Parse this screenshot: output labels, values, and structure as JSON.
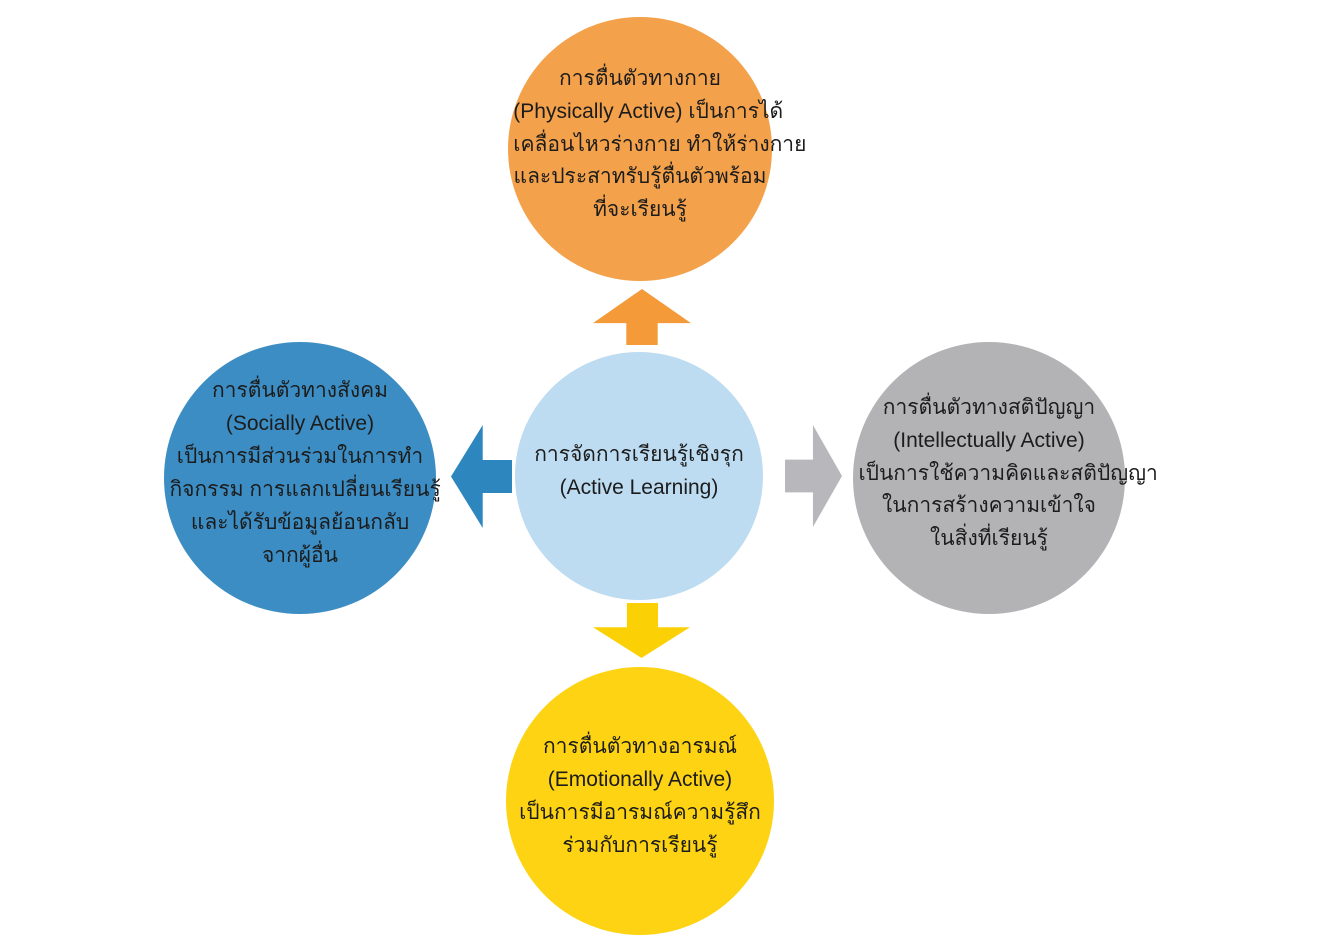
{
  "colors": {
    "background": "#FFFFFF",
    "text": "#1C1C1C",
    "center_fill": "#BDDBF1",
    "top_fill": "#F3A14B",
    "top_arrow_fill": "#F49A39",
    "left_fill": "#3C8DC3",
    "left_arrow_fill": "#2E86BE",
    "right_fill": "#B3B2B5",
    "right_arrow_fill": "#B8B7BB",
    "bottom_fill": "#FDD313",
    "bottom_arrow_fill": "#FBD105"
  },
  "nodes": {
    "center": {
      "lines": [
        "การจัดการเรียนรู้เชิงรุก",
        "(Active Learning)"
      ]
    },
    "top": {
      "lines": [
        "การตื่นตัวทางกาย",
        "(Physically Active) เป็นการได้",
        "เคลื่อนไหวร่างกาย ทำให้ร่างกาย",
        "และประสาทรับรู้ตื่นตัวพร้อม",
        "ที่จะเรียนรู้"
      ]
    },
    "left": {
      "lines": [
        "การตื่นตัวทางสังคม",
        "(Socially Active)",
        "เป็นการมีส่วนร่วมในการทำ",
        "กิจกรรม การแลกเปลี่ยนเรียนรู้",
        "และได้รับข้อมูลย้อนกลับ",
        "จากผู้อื่น"
      ]
    },
    "right": {
      "lines": [
        "การตื่นตัวทางสติปัญญา",
        "(Intellectually Active)",
        "เป็นการใช้ความคิดและสติปัญญา",
        "ในการสร้างความเข้าใจ",
        "ในสิ่งที่เรียนรู้"
      ]
    },
    "bottom": {
      "lines": [
        "การตื่นตัวทางอารมณ์",
        "(Emotionally Active)",
        "เป็นการมีอารมณ์ความรู้สึก",
        "ร่วมกับการเรียนรู้"
      ]
    }
  }
}
